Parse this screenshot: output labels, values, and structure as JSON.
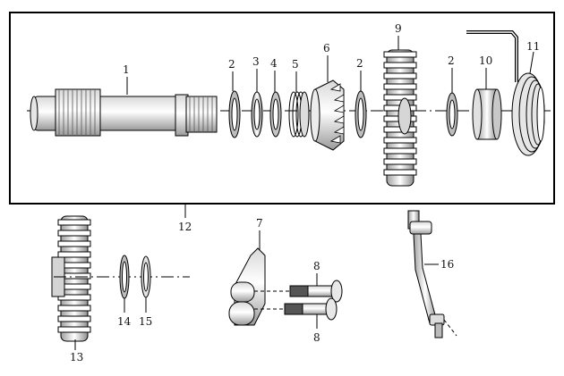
{
  "diagram": {
    "callouts": [
      {
        "key": "1",
        "label": "1"
      },
      {
        "key": "2a",
        "label": "2"
      },
      {
        "key": "3",
        "label": "3"
      },
      {
        "key": "4",
        "label": "4"
      },
      {
        "key": "5",
        "label": "5"
      },
      {
        "key": "6",
        "label": "6"
      },
      {
        "key": "2b",
        "label": "2"
      },
      {
        "key": "9",
        "label": "9"
      },
      {
        "key": "2c",
        "label": "2"
      },
      {
        "key": "10",
        "label": "10"
      },
      {
        "key": "11",
        "label": "11"
      },
      {
        "key": "12",
        "label": "12"
      },
      {
        "key": "7",
        "label": "7"
      },
      {
        "key": "8a",
        "label": "8"
      },
      {
        "key": "8b",
        "label": "8"
      },
      {
        "key": "16",
        "label": "16"
      },
      {
        "key": "13",
        "label": "13"
      },
      {
        "key": "14",
        "label": "14"
      },
      {
        "key": "15",
        "label": "15"
      }
    ]
  }
}
